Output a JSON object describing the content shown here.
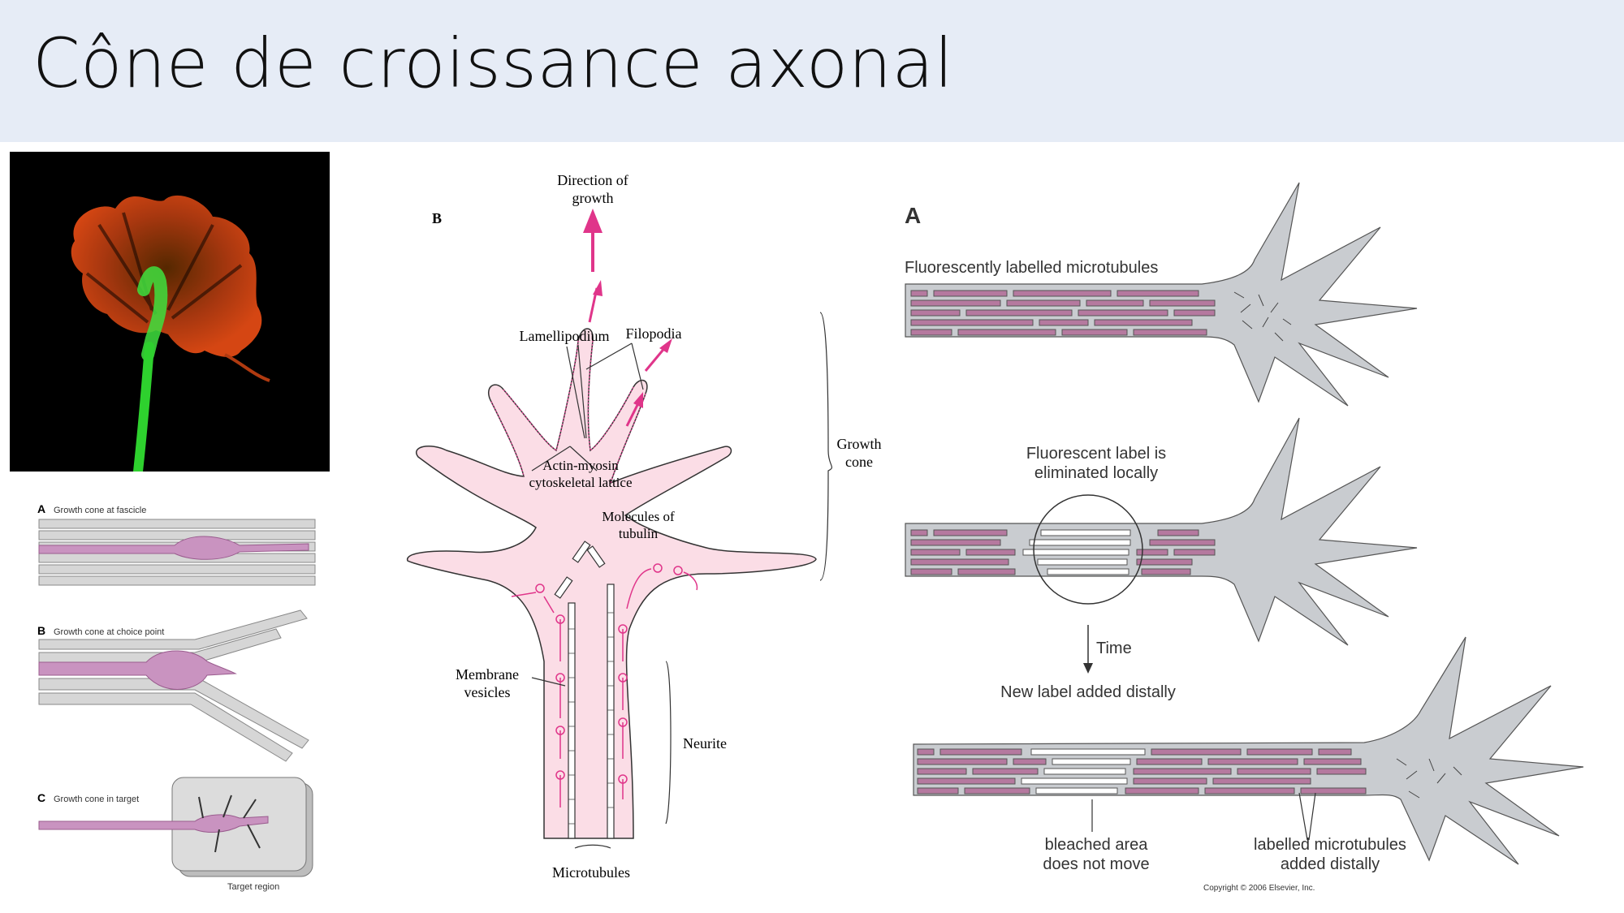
{
  "slide": {
    "title": "Cône de croissance axonal"
  },
  "fascicle": {
    "a_letter": "A",
    "a_label": "Growth cone at fascicle",
    "b_letter": "B",
    "b_label": "Growth cone at choice point",
    "c_letter": "C",
    "c_label": "Growth cone in target",
    "target_region": "Target region"
  },
  "cone": {
    "panel_letter": "B",
    "direction_line1": "Direction of",
    "direction_line2": "growth",
    "lamellipodium": "Lamellipodium",
    "filopodia": "Filopodia",
    "actin_line1": "Actin-myosin",
    "actin_line2": "cytoskeletal lattice",
    "tubulin_line1": "Molecules of",
    "tubulin_line2": "tubulin",
    "growth_cone_line1": "Growth",
    "growth_cone_line2": "cone",
    "membrane_line1": "Membrane",
    "membrane_line2": "vesicles",
    "neurite": "Neurite",
    "microtubules": "Microtubules"
  },
  "tubules": {
    "panel_letter": "A",
    "fluorescent_label": "Fluorescently labelled microtubules",
    "eliminated_line1": "Fluorescent label is",
    "eliminated_line2": "eliminated locally",
    "time": "Time",
    "new_label": "New label added distally",
    "bleached_line1": "bleached area",
    "bleached_line2": "does not move",
    "labelled_line1": "labelled microtubules",
    "labelled_line2": "added distally",
    "copyright": "Copyright © 2006 Elsevier, Inc."
  },
  "colors": {
    "title_band": "#e6ecf6",
    "pink_fill": "#fbdde6",
    "magenta": "#e0358a",
    "tubule_purple": "#b5799f",
    "cone_grey": "#c9ccd0",
    "neurite_green": "#2ed12e"
  }
}
